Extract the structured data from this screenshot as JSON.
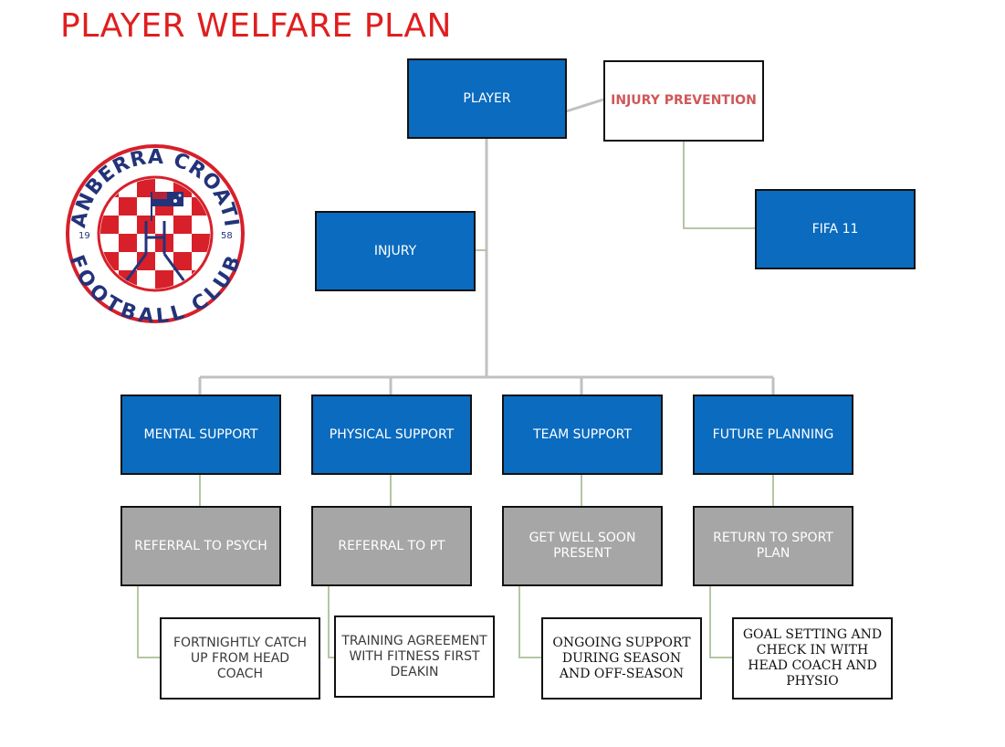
{
  "title": "PLAYER WELFARE PLAN",
  "logo": {
    "top_text": "CANBERRA CROATIA",
    "bottom_text": "FOOTBALL CLUB",
    "year_left": "19",
    "year_right": "58",
    "colors": {
      "red": "#d7202a",
      "navy": "#23337a",
      "white": "#ffffff"
    }
  },
  "nodes": {
    "player": "PLAYER",
    "injury_prevention": "INJURY PREVENTION",
    "fifa11": "FIFA 11",
    "injury": "INJURY",
    "mental_support": "MENTAL SUPPORT",
    "physical_support": "PHYSICAL SUPPORT",
    "team_support": "TEAM SUPPORT",
    "future_planning": "FUTURE PLANNING",
    "referral_psych": "REFERRAL TO PSYCH",
    "referral_pt": "REFERRAL TO PT",
    "get_well_soon": "GET WELL SOON PRESENT",
    "return_to_sport": "RETURN TO SPORT PLAN",
    "fortnightly": "FORTNIGHTLY CATCH UP FROM HEAD COACH",
    "training_agreement": "TRAINING AGREEMENT WITH FITNESS FIRST DEAKIN",
    "ongoing_support": "ONGOING SUPPORT DURING SEASON AND OFF-SEASON",
    "goal_setting": "GOAL SETTING AND CHECK IN WITH HEAD COACH AND PHYSIO"
  },
  "colors": {
    "blue": "#0a6bbf",
    "grey": "#a6a6a6",
    "title_red": "#e01e1e",
    "prevention_text": "#d0575a",
    "connector_grey": "#c0c0c0",
    "connector_green": "#b5c7a3"
  }
}
